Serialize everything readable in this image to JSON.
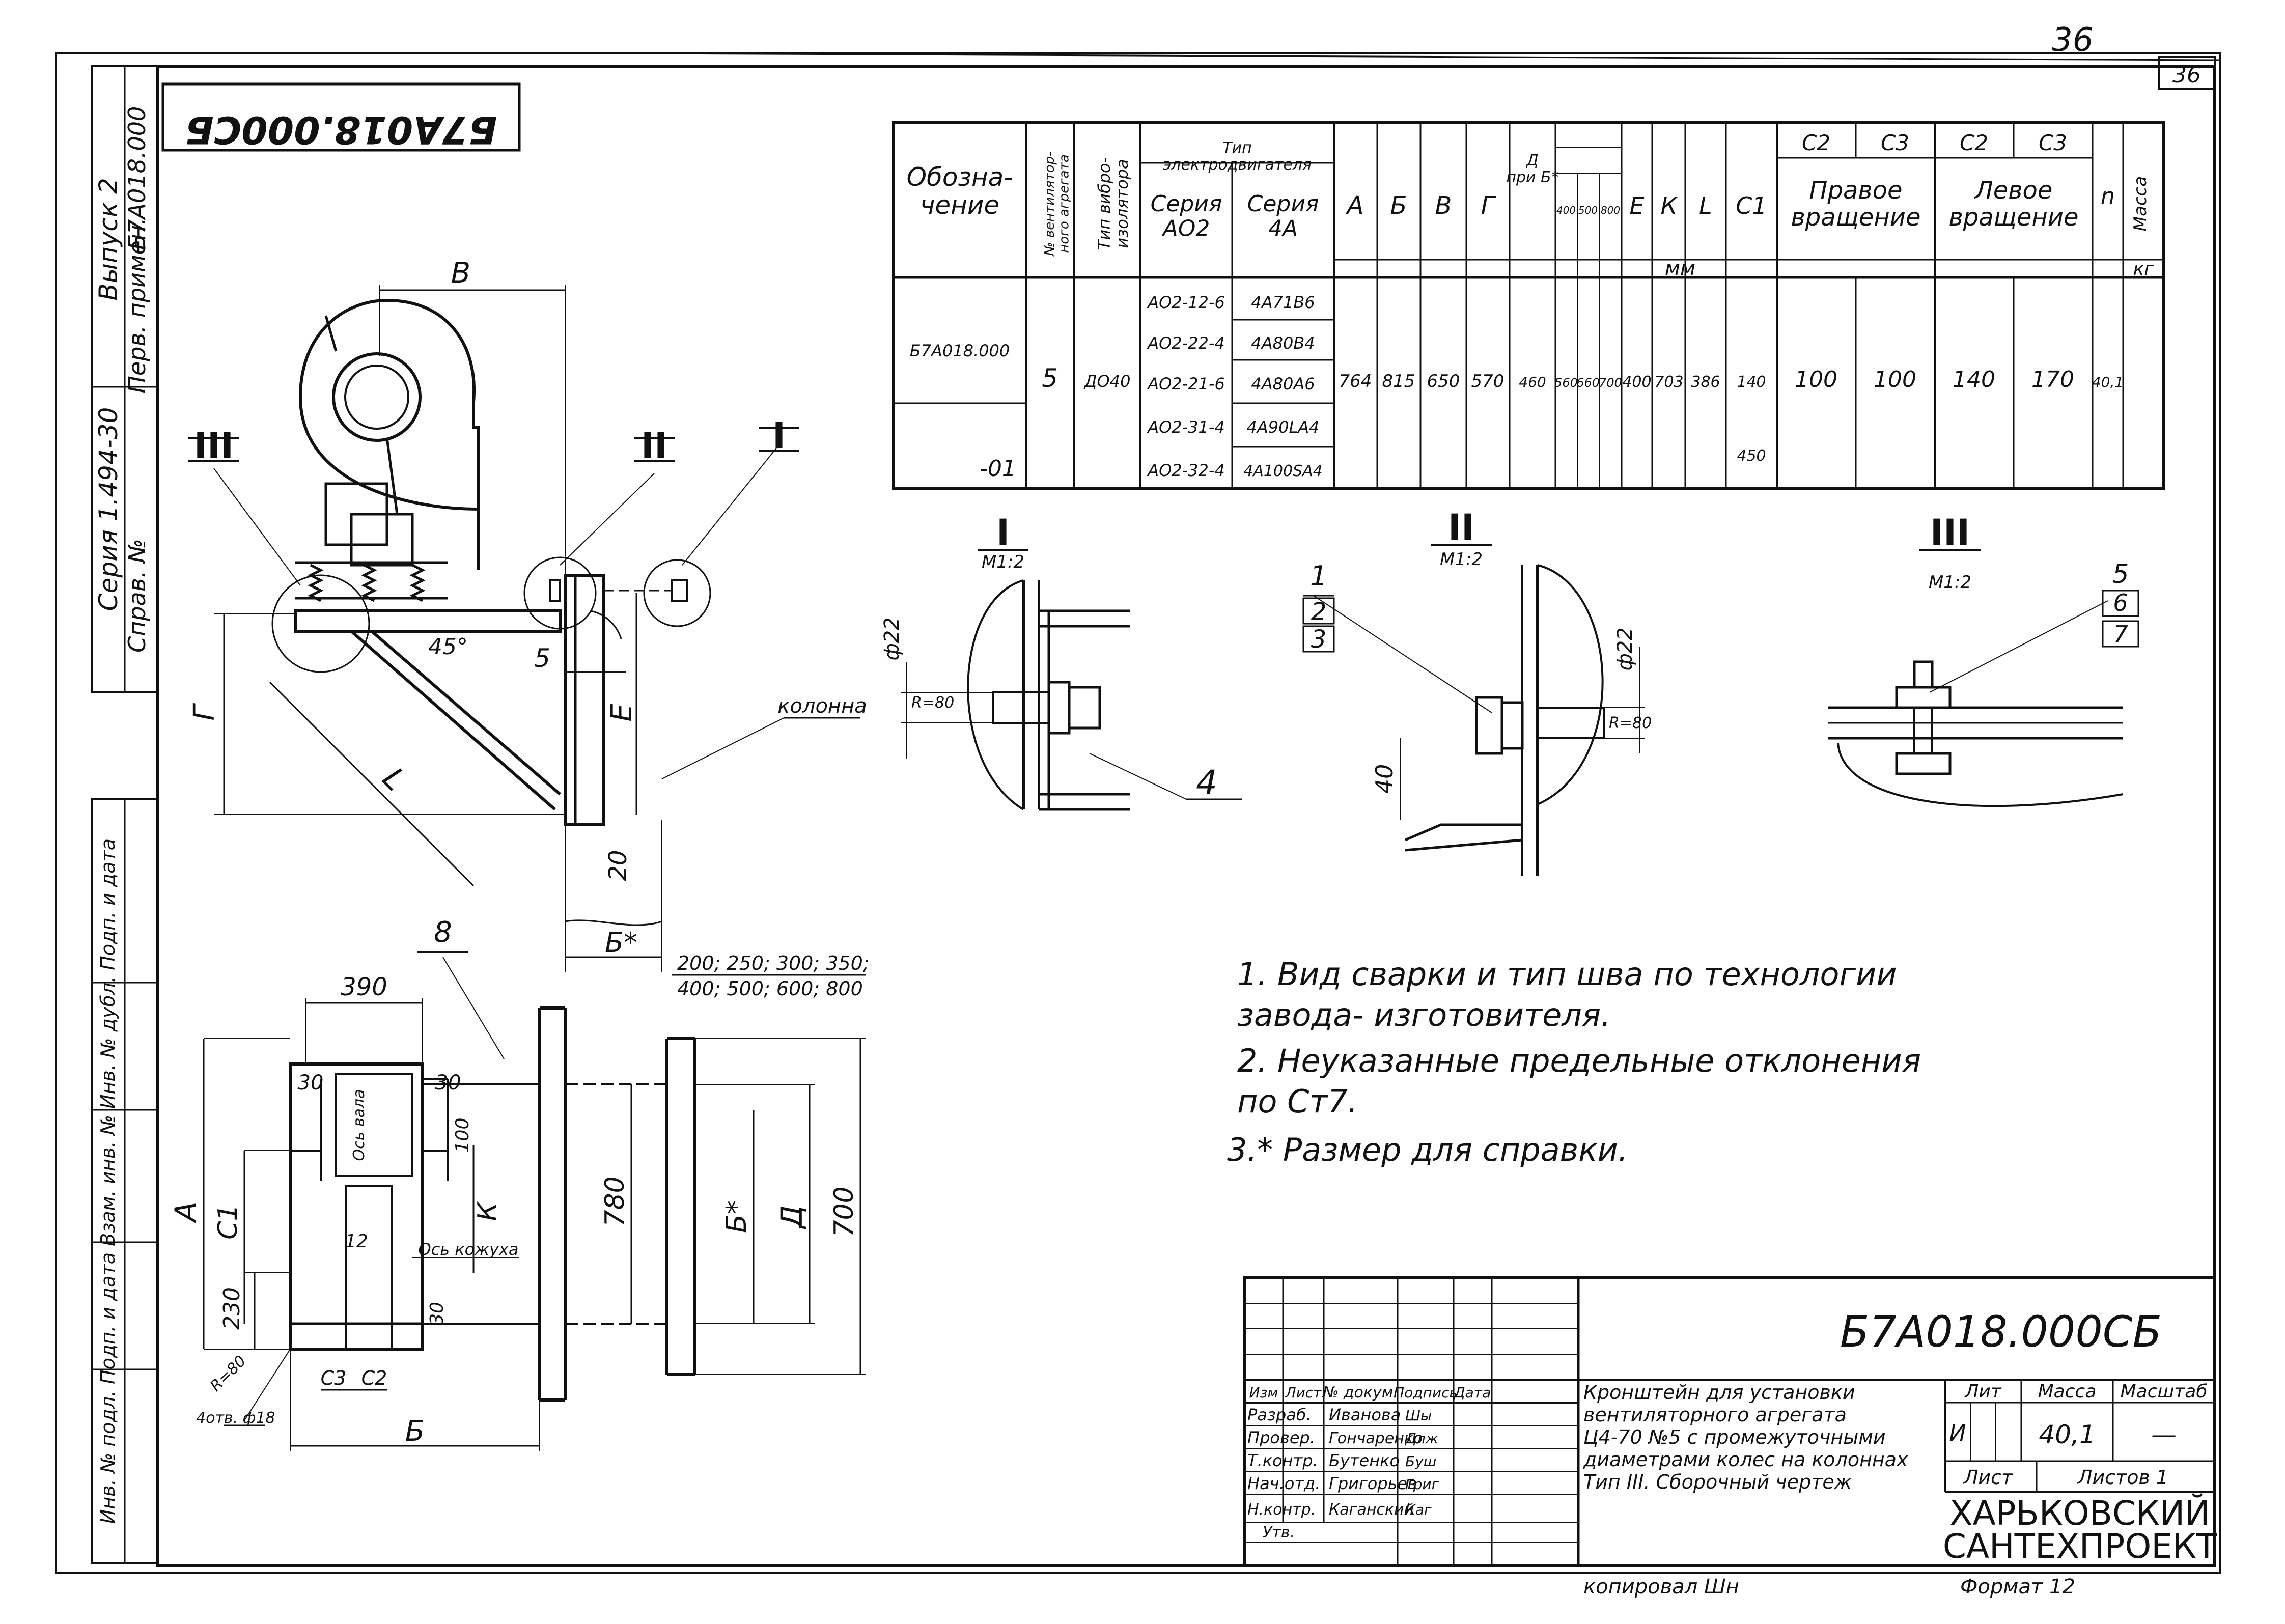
{
  "page_number": "36",
  "page_number_handwritten": "36",
  "drawing_code_top": "Б7А018.000СБ",
  "side_block": {
    "series": "Серия 1.494-30",
    "issue": "Выпуск 2",
    "first_use_label": "Перв. примен.",
    "first_use_value": "Б7А018.000",
    "ref_label": "Справ. №",
    "fields": "Инв. № подл.   Подп. и дата   Взам. инв. №   Инв. № дубл.   Подп. и дата"
  },
  "spec_table": {
    "designation_header": "Обозна-\nчение",
    "fan_no_header": "№ вентилятор-\nного агрегата",
    "isolator_header": "Тип вибро-\nизолятора",
    "motor_type_header": "Тип\nэлектродвигателя",
    "series_ad2": "Серия\nАО2",
    "series_4a": "Серия\n4А",
    "dim_headers": [
      "А",
      "Б",
      "В",
      "Г"
    ],
    "d_header": "Д\nпри Б*",
    "d_sub": [
      "400",
      "500",
      "800"
    ],
    "dim_headers2": [
      "Е",
      "К",
      "L",
      "C1"
    ],
    "c2": "С2",
    "c3": "С3",
    "right_rotation": "Правое\nвращение",
    "left_rotation": "Левое\nвращение",
    "n_header": "n",
    "mass_header": "Масса",
    "unit_mm": "мм",
    "unit_kg": "кг",
    "rows": [
      {
        "designation": "Б7А018.000",
        "fan": "5",
        "isolator": "ДО40",
        "ad2": "АО2-12-6",
        "a4": "4А71В6"
      },
      {
        "designation": "",
        "fan": "",
        "isolator": "",
        "ad2": "АО2-22-4",
        "a4": "4А80В4"
      },
      {
        "designation": "",
        "fan": "",
        "isolator": "",
        "ad2": "АО2-21-6",
        "a4": "4А80А6"
      },
      {
        "designation": "",
        "fan": "",
        "isolator": "",
        "ad2": "АО2-31-4",
        "a4": "4А90LА4"
      },
      {
        "designation": "-01",
        "fan": "",
        "isolator": "",
        "ad2": "АО2-32-4",
        "a4": "4А100SА4"
      }
    ],
    "values": [
      "764",
      "815",
      "650",
      "570",
      "460",
      "560",
      "660",
      "700",
      "400",
      "703",
      "386",
      "140",
      "100",
      "100",
      "140",
      "170",
      "40,1"
    ],
    "c1_alt": "450"
  },
  "views": {
    "detail1_title": "I",
    "detail2_title": "II",
    "detail3_title": "III",
    "scale": "М1:2",
    "roman_ref1": "I",
    "roman_ref2": "II",
    "roman_ref3": "III",
    "dim_B": "В",
    "dim_G": "Г",
    "dim_E": "Е",
    "dim_L": "L",
    "dim_5": "5",
    "angle": "45°",
    "dim_20": "20",
    "dim_Bstar": "Б*",
    "column_label": "колонна",
    "column_sizes": "200; 250; 300; 350;\n400; 500; 600; 800",
    "phi22a": "ф22",
    "phi22b": "ф22",
    "r80a": "R=80",
    "r80b": "R=80",
    "dim_40": "40",
    "pos1": "1",
    "pos2": "2",
    "pos3": "3",
    "pos4": "4",
    "pos5": "5",
    "pos6": "6",
    "pos7": "7",
    "pos8": "8",
    "dim_390": "390",
    "dim_30a": "30",
    "dim_30b": "30",
    "dim_30c": "30",
    "dim_100": "100",
    "motor_note": "Ось вала",
    "dim_A": "А",
    "dim_C1": "С1",
    "dim_K": "К",
    "dim_780": "780",
    "dim_Bstar2": "Б*",
    "dim_D": "Д",
    "dim_700": "700",
    "dim_230": "230",
    "dim_C3": "С3",
    "dim_C2": "С2",
    "dim_B_bottom": "Б",
    "casing_axis": "Ось кожуха",
    "hole_label": "4отв. ф18",
    "r80c": "R=80",
    "dim_12": "12"
  },
  "notes": [
    "1. Вид сварки и тип шва по технологии",
    "завода- изготовителя.",
    "2. Неуказанные предельные отклонения",
    "по Ст7.",
    "3.* Размер для справки."
  ],
  "title_block": {
    "code": "Б7А018.000СБ",
    "description": [
      "Кронштейн для установки",
      "вентиляторного агрегата",
      "Ц4-70 №5 с промежуточными",
      "диаметрами колес на колоннах",
      "Тип III. Сборочный чертеж"
    ],
    "stage_label": "Лит",
    "mass_label": "Масса",
    "scale_label": "Масштаб",
    "stage_value": "И",
    "mass_value": "40,1",
    "scale_value": "—",
    "sheet_label": "Лист",
    "sheets_label": "Листов 1",
    "org_line1": "ХАРЬКОВСКИЙ",
    "org_line2": "САНТЕХПРОЕКТ",
    "change_headers": [
      "Изм",
      "Лист",
      "№ докум.",
      "Подпись",
      "Дата"
    ],
    "roles": [
      {
        "role": "Разраб.",
        "name": "Иванова",
        "sign": "Шы"
      },
      {
        "role": "Провер.",
        "name": "Гончаренко",
        "sign": "Длж"
      },
      {
        "role": "Т.контр.",
        "name": "Бутенко",
        "sign": "Буш"
      },
      {
        "role": "Нач.отд.",
        "name": "Григорьев",
        "sign": "Григ"
      },
      {
        "role": "Н.контр.",
        "name": "Каганский",
        "sign": "Каг"
      },
      {
        "role": "Утв.",
        "name": "",
        "sign": ""
      }
    ]
  },
  "footer_copied": "копировал Шн",
  "footer_format": "Формат 12"
}
